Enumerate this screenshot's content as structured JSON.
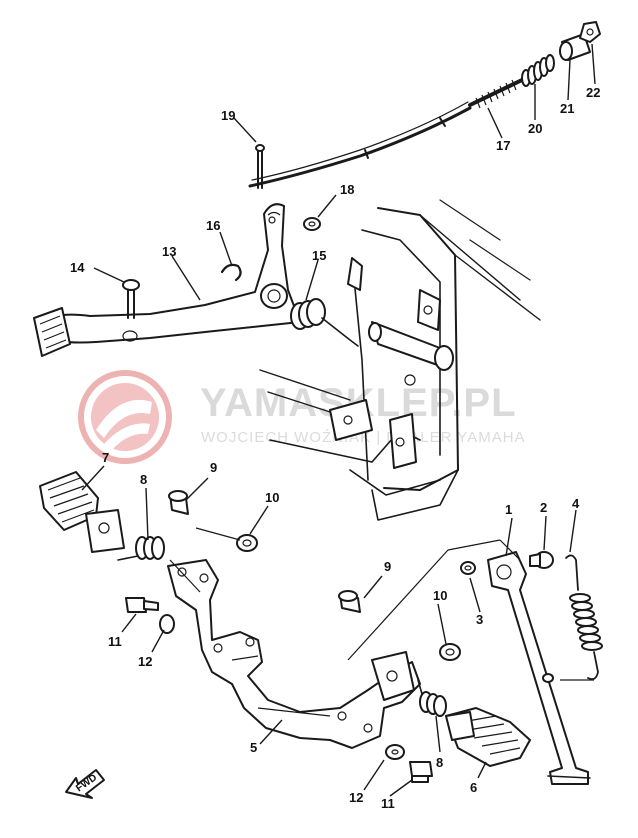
{
  "watermark": {
    "title": "YAMASKLEP.PL",
    "subtitle": "WOJCIECH WOŹNIAK | DEALER YAMAHA",
    "logo_color": "#e8a0a0"
  },
  "direction_label": "FWD",
  "callouts": [
    "1",
    "2",
    "3",
    "4",
    "5",
    "6",
    "7",
    "8",
    "8",
    "9",
    "9",
    "10",
    "10",
    "11",
    "11",
    "12",
    "12",
    "13",
    "14",
    "15",
    "16",
    "17",
    "18",
    "19",
    "20",
    "21",
    "22"
  ]
}
